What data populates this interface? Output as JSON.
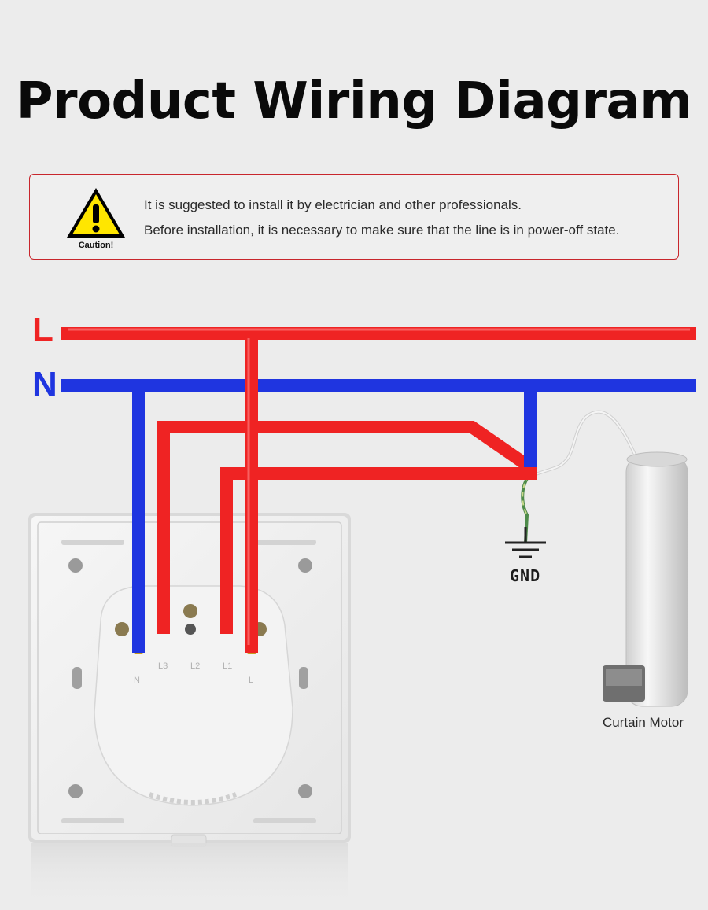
{
  "title": "Product Wiring Diagram",
  "caution": {
    "label": "Caution!",
    "line1": "It is suggested to install it by electrician and other professionals.",
    "line2": "Before installation, it is necessary to make sure that the line is in power-off state."
  },
  "wires": {
    "live_label": "L",
    "neutral_label": "N",
    "live_color": "#ef2323",
    "neutral_color": "#1f35e0"
  },
  "switch": {
    "terminals": [
      "N",
      "L3",
      "L2",
      "L1",
      "L"
    ]
  },
  "ground_label": "GND",
  "motor_label": "Curtain Motor",
  "icons": [
    "warning-icon",
    "ground-symbol-icon"
  ]
}
